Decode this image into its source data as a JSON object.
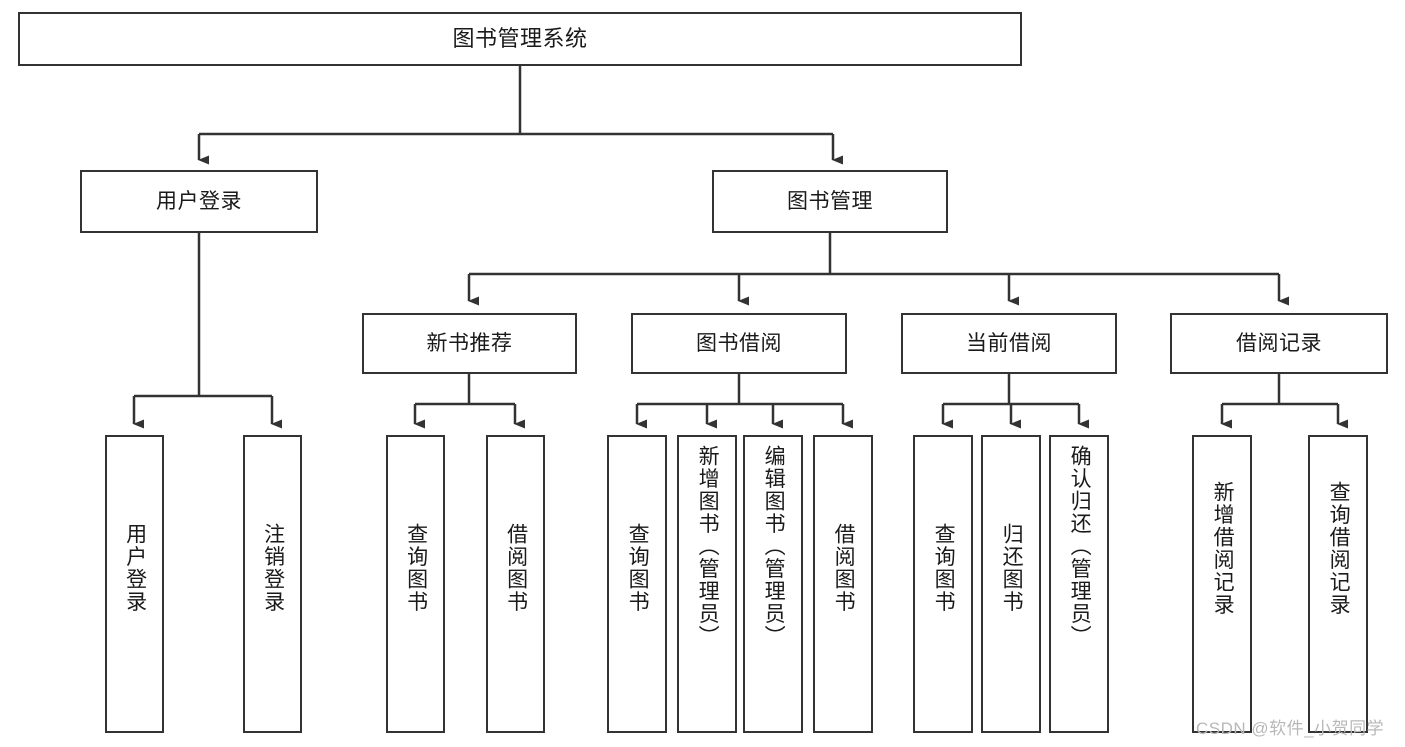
{
  "diagram": {
    "type": "tree-hierarchy-chart",
    "title": "图书管理系统",
    "watermark": "CSDN @软件_小贺同学",
    "colors": {
      "background": "#ffffff",
      "border": "#333333",
      "text": "#1a1a1a",
      "watermark": "#b8b8b8"
    },
    "nodes": {
      "root": {
        "label": "图书管理系统"
      },
      "level2": [
        {
          "id": "user-login",
          "label": "用户登录"
        },
        {
          "id": "book-manage",
          "label": "图书管理"
        }
      ],
      "level3": [
        {
          "id": "new-book-recommend",
          "label": "新书推荐"
        },
        {
          "id": "book-borrow",
          "label": "图书借阅"
        },
        {
          "id": "current-borrow",
          "label": "当前借阅"
        },
        {
          "id": "borrow-record",
          "label": "借阅记录"
        }
      ],
      "leaves": [
        {
          "id": "leaf-user-login",
          "label": "用户登录",
          "parent": "user-login"
        },
        {
          "id": "leaf-logout",
          "label": "注销登录",
          "parent": "user-login"
        },
        {
          "id": "leaf-query-book-1",
          "label": "查询图书",
          "parent": "new-book-recommend"
        },
        {
          "id": "leaf-borrow-book-1",
          "label": "借阅图书",
          "parent": "new-book-recommend"
        },
        {
          "id": "leaf-query-book-2",
          "label": "查询图书",
          "parent": "book-borrow"
        },
        {
          "id": "leaf-add-book",
          "label": "新增图书（管理员）",
          "parent": "book-borrow"
        },
        {
          "id": "leaf-edit-book",
          "label": "编辑图书（管理员）",
          "parent": "book-borrow"
        },
        {
          "id": "leaf-borrow-book-2",
          "label": "借阅图书",
          "parent": "book-borrow"
        },
        {
          "id": "leaf-query-book-3",
          "label": "查询图书",
          "parent": "current-borrow"
        },
        {
          "id": "leaf-return-book",
          "label": "归还图书",
          "parent": "current-borrow"
        },
        {
          "id": "leaf-confirm-return",
          "label": "确认归还（管理员）",
          "parent": "current-borrow"
        },
        {
          "id": "leaf-add-record",
          "label": "新增借阅记录",
          "parent": "borrow-record"
        },
        {
          "id": "leaf-query-record",
          "label": "查询借阅记录",
          "parent": "borrow-record"
        }
      ]
    }
  }
}
